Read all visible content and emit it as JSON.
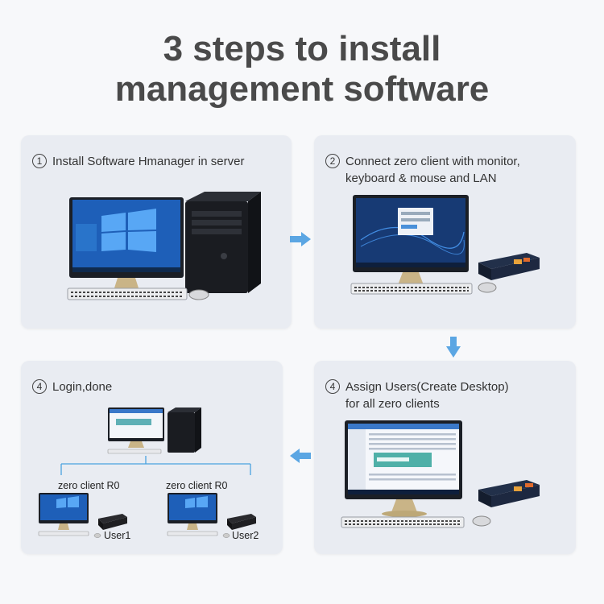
{
  "header": {
    "title_line1": "3 steps to install",
    "title_line2": "management software"
  },
  "steps": [
    {
      "number": "1",
      "lines": [
        "Install Software Hmanager in server"
      ]
    },
    {
      "number": "2",
      "lines": [
        "Connect zero client with monitor,",
        "keyboard & mouse and LAN"
      ]
    },
    {
      "number": "4",
      "lines": [
        "Assign Users(Create Desktop)",
        "for all zero clients"
      ]
    },
    {
      "number": "4",
      "lines": [
        "Login,done"
      ]
    }
  ],
  "login_diagram": {
    "client_left_label": "zero client R0",
    "client_right_label": "zero client R0",
    "user_left": "User1",
    "user_right": "User2"
  },
  "colors": {
    "arrow": "#5ba6e3",
    "title": "#4a4a4a",
    "card": "#e9ecf2"
  }
}
